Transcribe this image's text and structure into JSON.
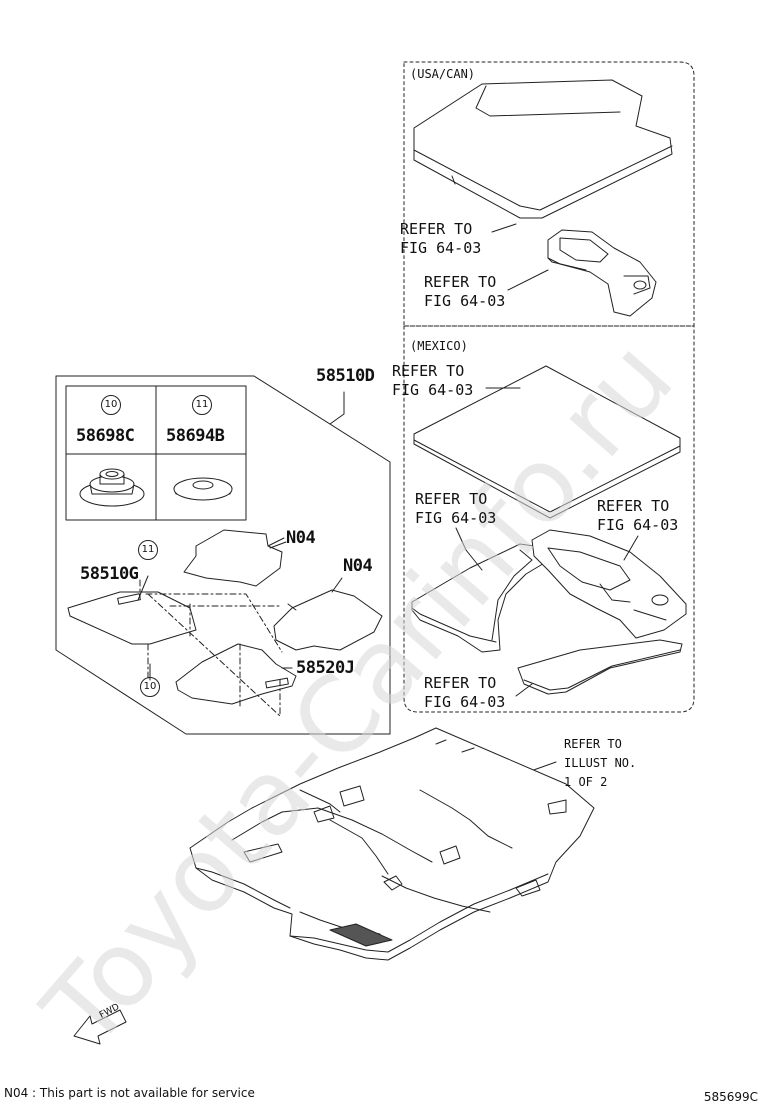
{
  "watermark": "Toyota-Carinfo.ru",
  "regions": {
    "usa_can": "(USA/CAN)",
    "mexico": "(MEXICO)"
  },
  "refers": {
    "fig_top1_line1": "REFER TO",
    "fig_top1_line2": "FIG 64-03",
    "fig_top2_line1": "REFER TO",
    "fig_top2_line2": "FIG 64-03",
    "fig_mex1_line1": "REFER TO",
    "fig_mex1_line2": "FIG 64-03",
    "fig_mex2_line1": "REFER TO",
    "fig_mex2_line2": "FIG 64-03",
    "fig_mex3_line1": "REFER TO",
    "fig_mex3_line2": "FIG 64-03",
    "fig_mex4_line1": "REFER TO",
    "fig_mex4_line2": "FIG 64-03",
    "illust_line1": "REFER TO",
    "illust_line2": "ILLUST NO.",
    "illust_line3": "1 OF 2"
  },
  "parts": {
    "kit": "58510D",
    "clip_a_num": "10",
    "clip_a_code": "58698C",
    "clip_b_num": "11",
    "clip_b_code": "58694B",
    "mat_front": "58510G",
    "mat_rear": "58520J",
    "n04_upper": "N04",
    "n04_lower": "N04",
    "callout_11": "11",
    "callout_10": "10"
  },
  "footer": {
    "note": "N04 : This part is not available for service",
    "code": "585699C"
  },
  "icons": {
    "forward": "FWD"
  }
}
